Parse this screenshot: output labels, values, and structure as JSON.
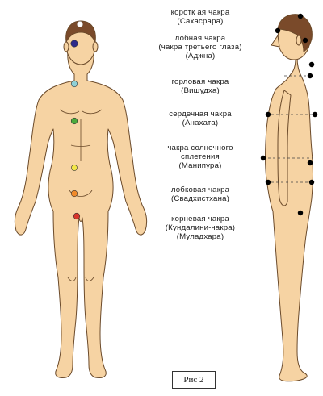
{
  "colors": {
    "skin": "#f6d3a3",
    "skin_outline": "#6b4a2a",
    "hair": "#7a4a2a",
    "sahasrara": "#ffffff",
    "ajna": "#2d2a8a",
    "vishuddha": "#8fd0d6",
    "anahata": "#4caa3c",
    "manipura": "#f2e648",
    "svadhisthana": "#f08a2a",
    "muladhara": "#d7352a",
    "side_marker": "#000000"
  },
  "chakras": [
    {
      "id": "sahasrara",
      "lines": [
        "коротк ая чакра",
        "(Сахасрара)"
      ]
    },
    {
      "id": "ajna",
      "lines": [
        "лобная чакра",
        "(чакра третьего глаза)",
        "(Аджна)"
      ]
    },
    {
      "id": "vishuddha",
      "lines": [
        "горловая чакра",
        "(Вишудха)"
      ]
    },
    {
      "id": "anahata",
      "lines": [
        "сердечная чакра",
        "(Анахата)"
      ]
    },
    {
      "id": "manipura",
      "lines": [
        "чакра солнечного",
        "сплетения",
        "(Манипура)"
      ]
    },
    {
      "id": "svadhisthana",
      "lines": [
        "лобковая чакра",
        "(Свадхистхана)"
      ]
    },
    {
      "id": "muladhara",
      "lines": [
        "корневая чакра",
        "(Кундалини-чакра)",
        "(Муладхара)"
      ]
    }
  ],
  "caption": "Рис 2"
}
